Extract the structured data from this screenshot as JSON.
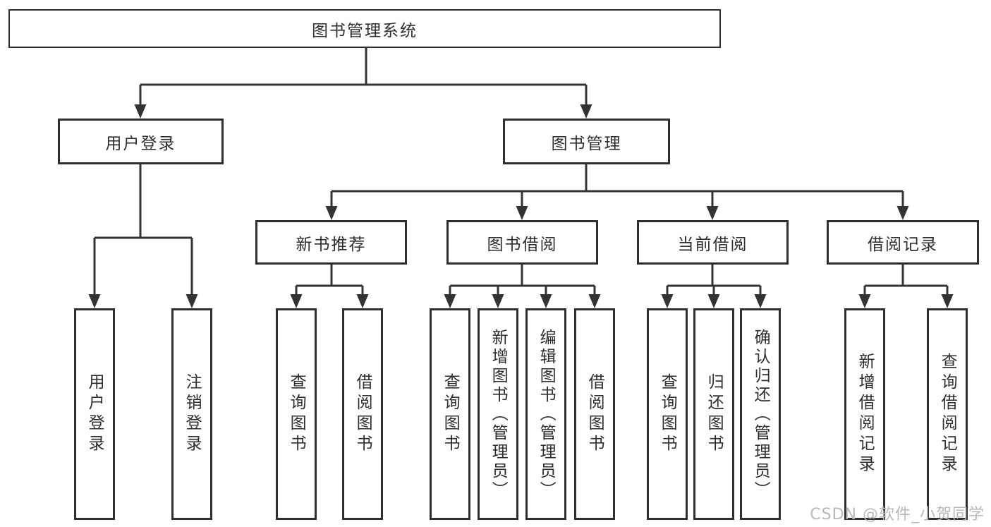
{
  "diagram": {
    "root": {
      "label": "图书管理系统"
    },
    "branches": [
      {
        "label": "用户登录",
        "children": [
          {
            "label": "用户登录"
          },
          {
            "label": "注销登录"
          }
        ]
      },
      {
        "label": "图书管理",
        "children": [
          {
            "label": "新书推荐",
            "children": [
              {
                "label": "查询图书"
              },
              {
                "label": "借阅图书"
              }
            ]
          },
          {
            "label": "图书借阅",
            "children": [
              {
                "label": "查询图书"
              },
              {
                "label": "新增图书（管理员）"
              },
              {
                "label": "编辑图书（管理员）"
              },
              {
                "label": "借阅图书"
              }
            ]
          },
          {
            "label": "当前借阅",
            "children": [
              {
                "label": "查询图书"
              },
              {
                "label": "归还图书"
              },
              {
                "label": "确认归还（管理员）"
              }
            ]
          },
          {
            "label": "借阅记录",
            "children": [
              {
                "label": "新增借阅记录"
              },
              {
                "label": "查询借阅记录"
              }
            ]
          }
        ]
      }
    ]
  },
  "watermark": {
    "text": "CSDN @软件_小贺同学"
  },
  "colors": {
    "line": "#333333",
    "box_border": "#2e2e2e",
    "text": "#2e2e2e",
    "watermark": "#b9b9b9",
    "background": "#ffffff"
  }
}
